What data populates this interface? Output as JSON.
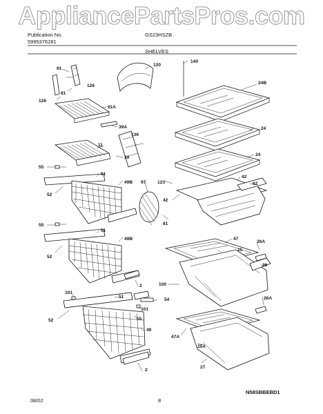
{
  "watermark": "AppliancePartsPros.com",
  "header": {
    "publication_label": "Publication No.",
    "publication_number": "5995376281",
    "model": "GS23HSZB",
    "section": "SHELVES"
  },
  "footer": {
    "date": "08/02",
    "page": "8",
    "diagram_code": "N58SBBEBD1"
  },
  "callouts": [
    "81",
    "126",
    "81",
    "126",
    "120",
    "140",
    "24B",
    "11A",
    "39A",
    "24",
    "136",
    "11",
    "24",
    "39",
    "55",
    "51",
    "49B",
    "97",
    "123",
    "42",
    "62",
    "42",
    "52",
    "81",
    "55",
    "51",
    "49B",
    "47",
    "26A",
    "25",
    "52",
    "26",
    "2",
    "100",
    "101",
    "51",
    "54",
    "101",
    "55",
    "26A",
    "52",
    "49",
    "47A",
    "25A",
    "27",
    "2"
  ]
}
